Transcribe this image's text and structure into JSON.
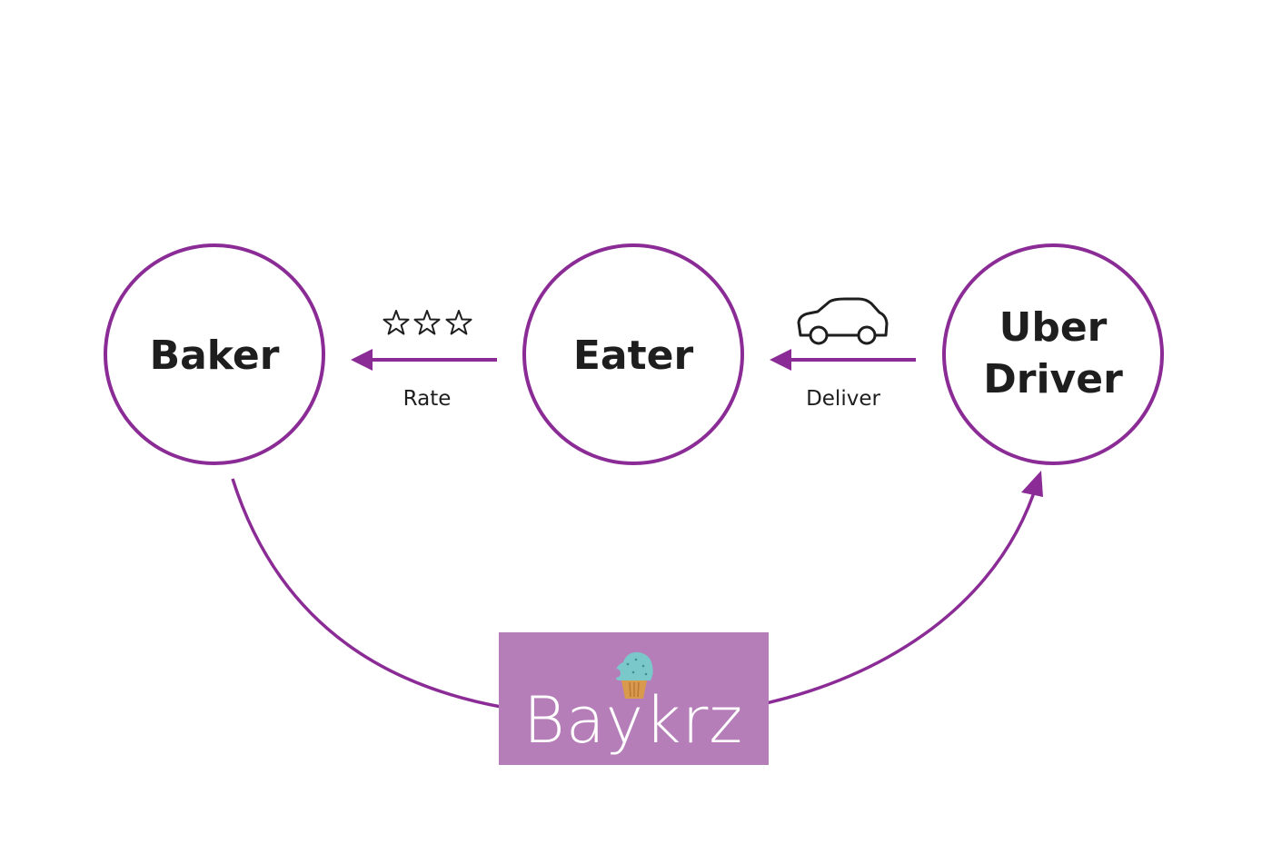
{
  "colors": {
    "accent": "#8B2C96",
    "brand_bg": "#B57EB8",
    "text": "#1E1E1E",
    "cupcake_frosting": "#7BC8CB",
    "cupcake_base": "#D99A4E"
  },
  "nodes": {
    "baker": {
      "label": "Baker"
    },
    "eater": {
      "label": "Eater"
    },
    "driver": {
      "line1": "Uber",
      "line2": "Driver"
    }
  },
  "edges": {
    "rate": {
      "label": "Rate",
      "icon": "three-stars-icon"
    },
    "deliver": {
      "label": "Deliver",
      "icon": "car-icon"
    }
  },
  "brand": {
    "name": "Baykrz",
    "icon": "cupcake-icon"
  }
}
